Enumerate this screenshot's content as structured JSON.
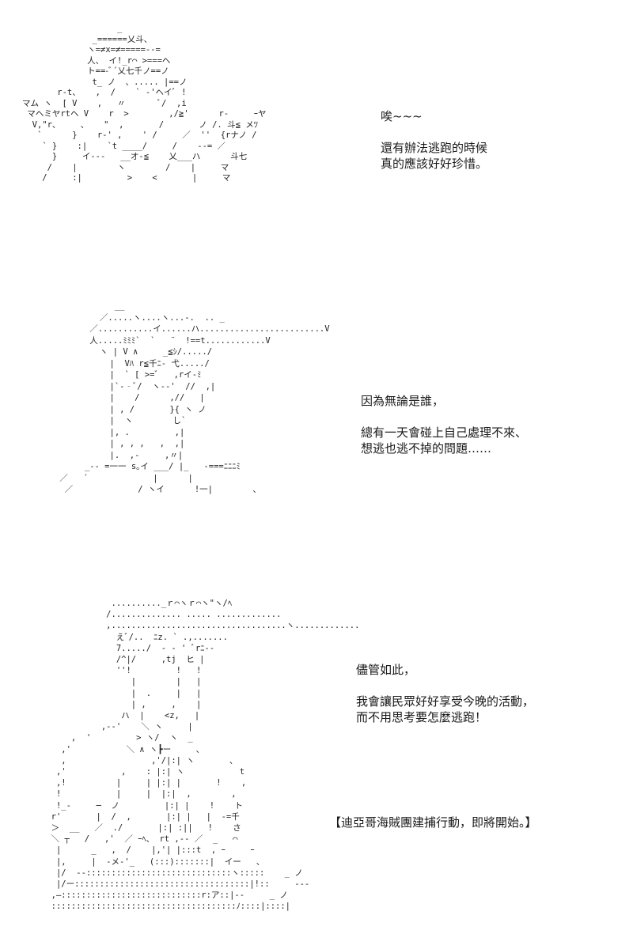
{
  "panels": [
    {
      "art": "                   _\n              _======乂斗、\n             ヽ=≠x=≠=====--=\n             人、 イ!_r⌒ >===ヘ\n             ト==-ﾞ´乂七千ノ==ノ\n              t_ ノ  、..... |==ノ\n       r-t、   ,  /    ` -'ヘイﾞ !\nマム ヽ  [ V    ,   〃       ﾞ/  ,i\n マヘミヤrtヘ V    r  >        ,/≧'      r‐     ｰヤ\n  V,\"r、    、   \"  ,       /       ノ /. 斗≦ メﾂ\n   `      }    r‐' ,    ' /     ／  ''  {rナノ /\n    ` }    :|    `t ____/     /    ‐-= ／\n      }     イ---   __オ-≦    乂___ハ      斗七\n     /    |        ヽ        /    |     マ\n    /     :|         >    <       |     マ",
      "lines": [
        "唉~~~",
        "",
        "還有辦法逃跑的時候",
        "真的應該好好珍惜。"
      ]
    },
    {
      "art": "               __\n            ／.....ヽ....ヽ...-.  .. _\n          ／...........イ......ハ.........................V\n          人.....ﾐﾐﾐ`  `   ¨  !==t............V\n            ヽ | V ∧     _≦ｼ/...../\n              |  Vﾊ r≦千ﾆ- 弋...../\n              |  ` [ >=ﾞ   ,rイ-ﾐ\n              |`-‐ﾞ/  ヽ--'  //  ,|\n              |    /      ,//   |\n              | , /       }{ ヽ ノ\n              |  ヽ        し`\n              |, .         ,|\n              | , , ,   ,  ,|\n              |.  ,-     ,〃|\n         _-‐ =一一 s｡イ ___/ |_   -===ﾆﾆﾆﾐ\n    ／   ´             |      |\n     ／             / ヽイ      !一|        ､",
      "lines": [
        "因為無論是誰，",
        "",
        "總有一天會碰上自己處理不來、",
        "想逃也逃不掉的問題……"
      ]
    },
    {
      "art": "              .........._ｒ⌒ヽｒ⌒ヽ\"ヽ/ﾍ\n             /.............. ..... .............\n             ,...................................ヽ.............\n               えﾞ/..  ﾆz. ` .,.......\n               7...../  ‐ - ' ﾞrﾆ-‐\n               /^|/     ,tj  ヒ |\n               ''!         !   !\n                  |        |   |\n                  |  .     |   |\n                  | ,     ,    |\n                ハ  |    <z,   |\n            ,-‐'    ＼ ヽ     |\n      ,  '         > ヽ/  ヽ  _\n    ,'           ＼ ∧ ヽ┣ー     ､\n    ,                 ,'/|:| ヽ       ､\n   ,'           ,    : |:| ヽ           t\n   ,!          |     | |:| |       !    ,\n   !           |     |  |:|  ,        ,\n   !_-     ─  ノ         |:| |    !    ト\n  r'       |  /  ,       |:| |   |  -=千\n  ＞  __   ／  ./       |:| :||   !    さ\n  ＼ ┬   /   ,'  ／ ｰﾍ、 rt ,-- ／  _   ⌒\n   |      _   ,  /    |,'| |:::t  , ｰ     ｰ\n   |,     |  -メ‐'_   (:::):::::::|  イー   、\n   |/  -‐:::::::::::::::::::::::::::::ヽ:::::    _ ノ\n   |/ー:::::::::::::::::::::::::::::::::::|!::     ‐‐‐\n  ,―::::::::::::::::::::::::::::r:ア::|‐‐     _ ノ\n  :::::::::::::::::::::::::::::::::::::ﾉ::::|::::|",
      "lines": [
        "儘管如此，",
        "",
        "我會讓民眾好好享受今晚的活動，",
        "而不用思考要怎麼逃跑！"
      ]
    }
  ],
  "caption": "【迪亞哥海賊團建捕行動，即將開始。】"
}
